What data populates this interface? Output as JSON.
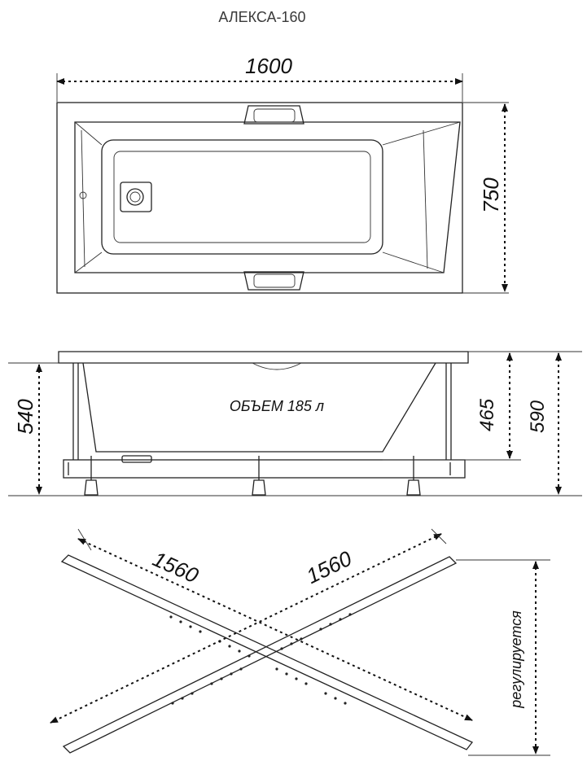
{
  "title": "АЛЕКСА-160",
  "top_view": {
    "length_label": "1600",
    "width_label": "750"
  },
  "side_view": {
    "height_left_label": "540",
    "depth_label": "465",
    "height_right_label": "590",
    "volume_label": "ОБЪЕМ 185 л"
  },
  "frame_view": {
    "diagonal_left_label": "1560",
    "diagonal_right_label": "1560",
    "adjustable_label": "регулируется"
  }
}
